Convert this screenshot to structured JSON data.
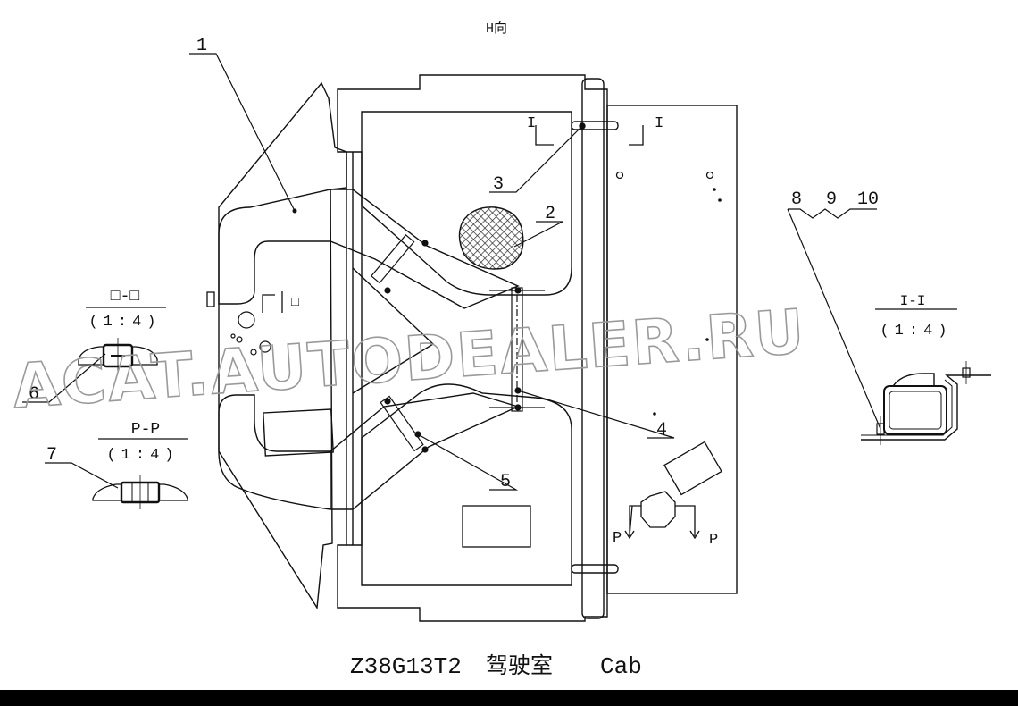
{
  "view_label": "H向",
  "callouts": [
    "1",
    "2",
    "3",
    "4",
    "5",
    "6",
    "7",
    "8",
    "9",
    "10"
  ],
  "section_marks": {
    "I_left": "I",
    "I_right": "I",
    "P_left": "P",
    "P_right": "P",
    "box_left": "□",
    "box_right": "□"
  },
  "section_views": {
    "box": {
      "title": "□-□",
      "scale": "(1:4)"
    },
    "p": {
      "title": "P-P",
      "scale": "(1:4)"
    },
    "i": {
      "title": "I-I",
      "scale": "(1:4)"
    }
  },
  "caption": {
    "code": "Z38G13T2",
    "name_cn": "驾驶室",
    "name_en": "Cab"
  },
  "watermark": "ACAT.AUTODEALER.RU",
  "colors": {
    "line": "#111111",
    "mesh": "#333333",
    "watermark": "#9a9a9a",
    "bar": "#000000"
  }
}
